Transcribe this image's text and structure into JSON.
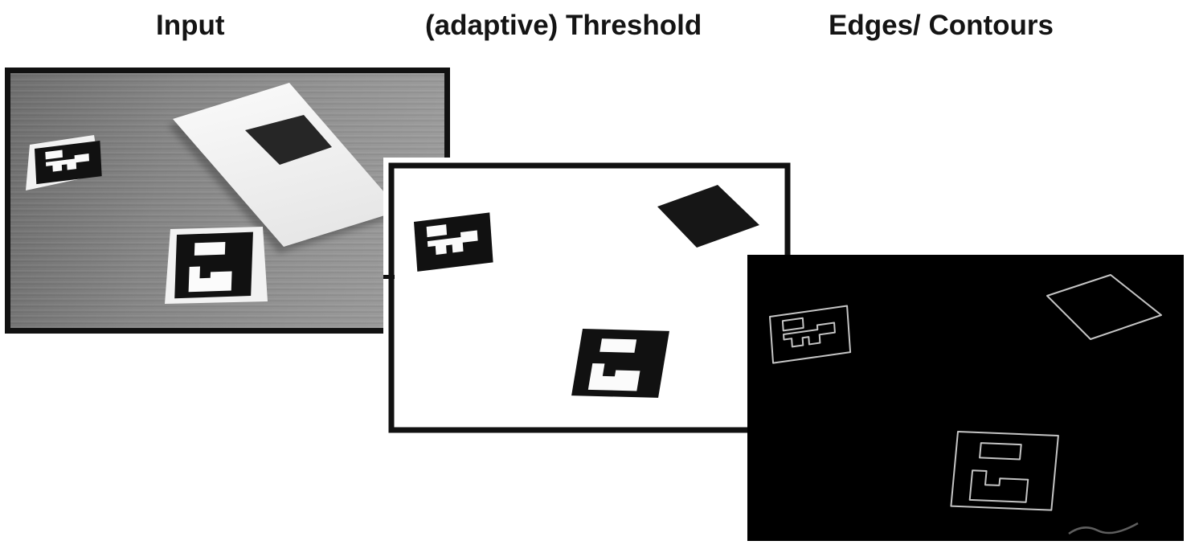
{
  "figure": {
    "stage_labels": [
      {
        "label": "Input"
      },
      {
        "label": "(adaptive) Threshold"
      },
      {
        "label": "Edges/ Contours"
      }
    ],
    "panels": [
      {
        "name": "input-photo",
        "kind": "grayscale photograph",
        "content": "desk scene with two printed fiducial markers and a white sheet of paper carrying a black square"
      },
      {
        "name": "threshold-image",
        "kind": "binary image",
        "content": "white background with three black marker regions after adaptive thresholding"
      },
      {
        "name": "edge-image",
        "kind": "edge map",
        "content": "black background with white contour outlines of the two markers and the square"
      }
    ],
    "colors": {
      "page_bg": "#ffffff",
      "ink": "#111111",
      "title": "#141414",
      "photo_gray_dark": "#6f6f6f",
      "photo_gray_light": "#9e9e9e",
      "paper_white": "#f4f4f4",
      "marker_white": "#fbfbfb",
      "threshold_bg": "#ffffff",
      "contour_bg": "#000000",
      "contour_stroke": "#c4c4c4"
    }
  }
}
